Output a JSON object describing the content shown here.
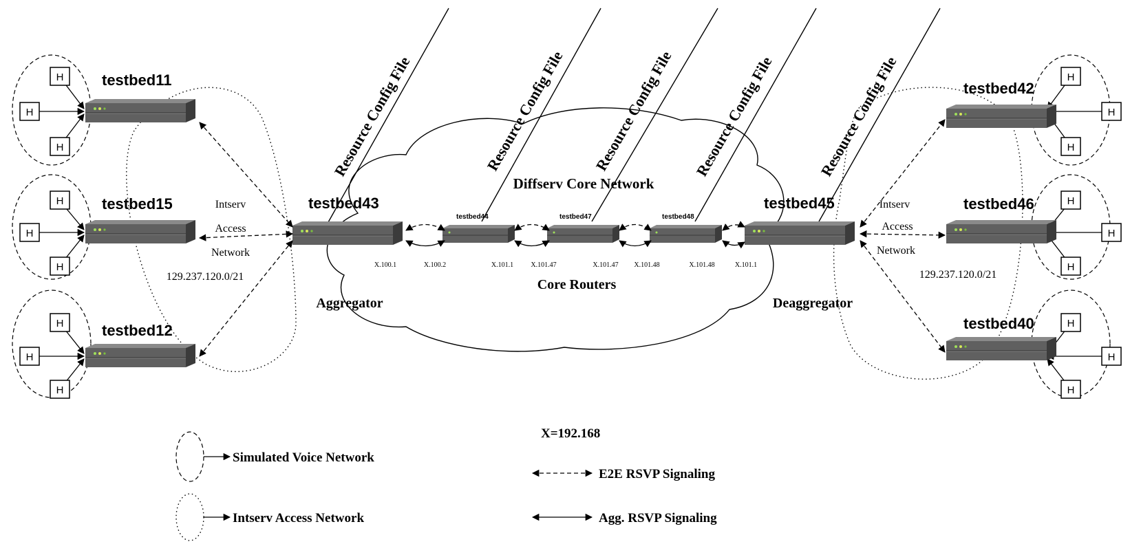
{
  "routers": {
    "testbed11": "testbed11",
    "testbed15": "testbed15",
    "testbed12": "testbed12",
    "testbed43": "testbed43",
    "testbed44": "testbed44",
    "testbed47": "testbed47",
    "testbed48": "testbed48",
    "testbed45": "testbed45",
    "testbed42": "testbed42",
    "testbed46": "testbed46",
    "testbed40": "testbed40"
  },
  "host_label": "H",
  "config_label": "Resource Config File",
  "core_network_label": "Diffserv Core Network",
  "core_routers_label": "Core Routers",
  "aggregator_label": "Aggregator",
  "deaggregator_label": "Deaggregator",
  "access_left": {
    "line1": "Intserv",
    "line2": "Access",
    "line3": "Network",
    "subnet": "129.237.120.0/21"
  },
  "access_right": {
    "line1": "Intserv",
    "line2": "Access",
    "line3": "Network",
    "subnet": "129.237.120.0/21"
  },
  "interfaces": [
    "X.100.1",
    "X.100.2",
    "X.101.1",
    "X.101.47",
    "X.101.47",
    "X.101.48",
    "X.101.48",
    "X.101.1"
  ],
  "x_definition": "X=192.168",
  "legend": {
    "voice": "Simulated Voice Network",
    "intserv": "Intserv Access Network",
    "e2e": "E2E RSVP Signaling",
    "agg": "Agg. RSVP Signaling"
  },
  "colors": {
    "router_top": "#7c7c7c",
    "router_front": "#5a5a5a",
    "router_side": "#3e3e3e",
    "led": "#9fe05a"
  }
}
